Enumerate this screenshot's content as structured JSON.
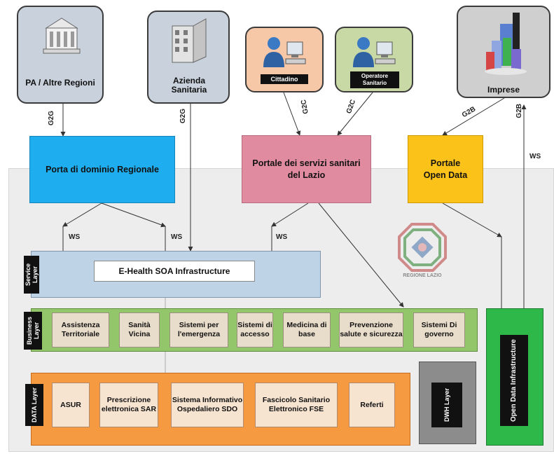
{
  "actors": {
    "pa": {
      "label": "PA / Altre Regioni",
      "link": "G2G"
    },
    "azienda": {
      "label": "Azienda Sanitaria",
      "link": "G2G"
    },
    "cittadino": {
      "label": "Cittadino",
      "link": "G2C"
    },
    "operatore": {
      "label": "Operatore Sanitario",
      "link": "G2C"
    },
    "imprese": {
      "label": "Imprese",
      "link_left": "G2B",
      "link_right": "G2B"
    }
  },
  "portals": {
    "regionale": "Porta di dominio Regionale",
    "servizi": "Portale dei servizi sanitari del Lazio",
    "open_data": "Portale Open Data"
  },
  "ws_label": "ws",
  "ws_label_upper": "WS",
  "service_layer": {
    "tag": "Service Layer",
    "title": "E-Health SOA Infrastructure"
  },
  "business_layer": {
    "tag": "Business Layer",
    "items": [
      "Assistenza Territoriale",
      "Sanità Vicina",
      "Sistemi per l'emergenza",
      "Sistemi di accesso",
      "Medicina di base",
      "Prevenzione salute e sicurezza",
      "Sistemi Di governo"
    ]
  },
  "data_layer": {
    "tag": "DATA Layer",
    "items": [
      "ASUR",
      "Prescrizione elettronica SAR",
      "Sistema Informativo Ospedaliero SDO",
      "Fascicolo Sanitario Elettronico FSE",
      "Referti"
    ]
  },
  "dwh_layer": "DWH Layer",
  "open_data_infra": "Open Data Infrastructure",
  "logo_text": "REGIONE LAZIO",
  "colors": {
    "actor_gray": "#c8d1dc",
    "actor_orange": "#f7c8a8",
    "actor_green": "#c9d9a6",
    "portal_blue": "#1eaef0",
    "portal_pink": "#e08ba0",
    "portal_yellow": "#fbc21a",
    "service_blue": "#bfd3e6",
    "business_green": "#93c66a",
    "data_orange": "#f59a40",
    "dwh_gray": "#8c8c8c",
    "open_data_green": "#2fb84a"
  }
}
